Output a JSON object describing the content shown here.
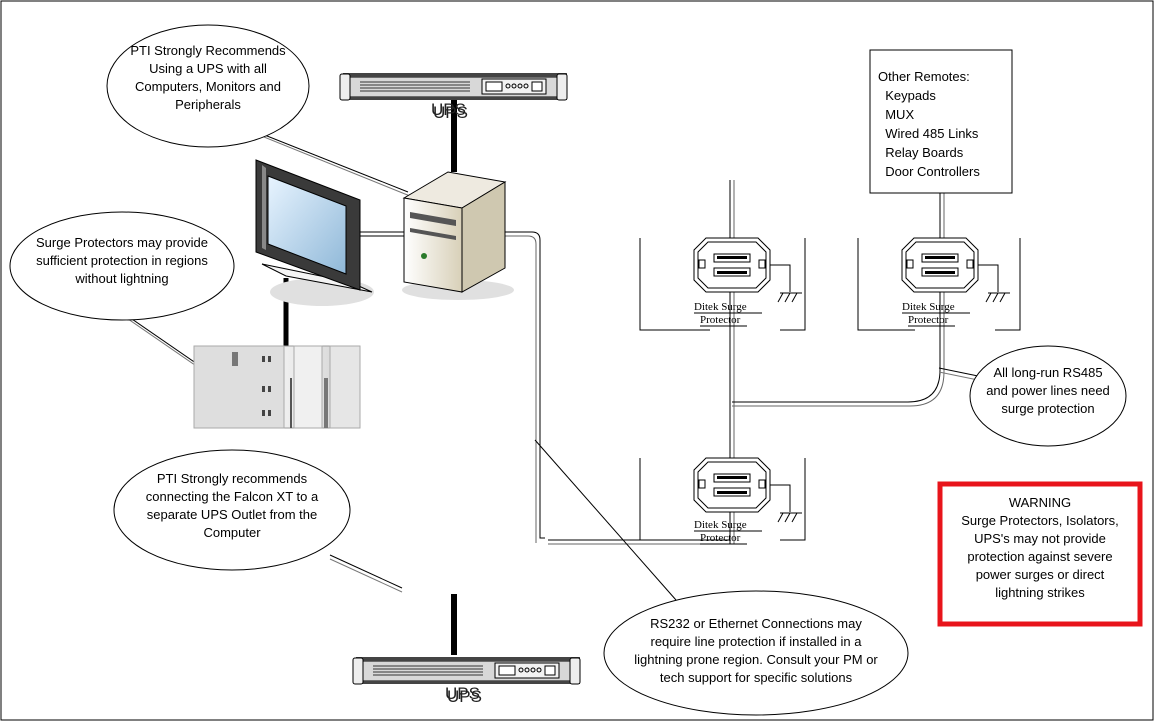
{
  "ups_top": {
    "label": "UPS"
  },
  "ups_bottom": {
    "label": "UPS"
  },
  "callout_ups_recommend": {
    "lines": [
      "PTI Strongly Recommends",
      "Using a UPS with all",
      "Computers, Monitors and",
      "Peripherals"
    ]
  },
  "callout_surge": {
    "lines": [
      "Surge Protectors may provide",
      "sufficient protection in regions",
      "without lightning"
    ]
  },
  "callout_falcon": {
    "lines": [
      "PTI Strongly recommends",
      "connecting the Falcon XT to a",
      "separate UPS Outlet from the",
      "Computer"
    ]
  },
  "callout_rs232": {
    "lines": [
      "RS232 or Ethernet Connections may",
      "require line protection if installed in a",
      "lightning prone region. Consult your PM or",
      "tech support for specific solutions"
    ]
  },
  "callout_rs485": {
    "lines": [
      "All long-run RS485",
      "and power lines need",
      "surge protection"
    ]
  },
  "other_remotes": {
    "lines": [
      "Other Remotes:",
      "  Keypads",
      "  MUX",
      "  Wired 485 Links",
      "  Relay Boards",
      "  Door Controllers"
    ]
  },
  "surge_protectors": [
    {
      "line1": "Ditek Surge",
      "line2": "Protector"
    },
    {
      "line1": "Ditek Surge",
      "line2": "Protector"
    },
    {
      "line1": "Ditek Surge",
      "line2": "Protector"
    }
  ],
  "warning": {
    "lines": [
      "WARNING",
      "Surge Protectors, Isolators,",
      "UPS's may not provide",
      "protection against severe",
      "power surges or direct",
      "lightning strikes"
    ],
    "border_color": "#e8141b"
  }
}
